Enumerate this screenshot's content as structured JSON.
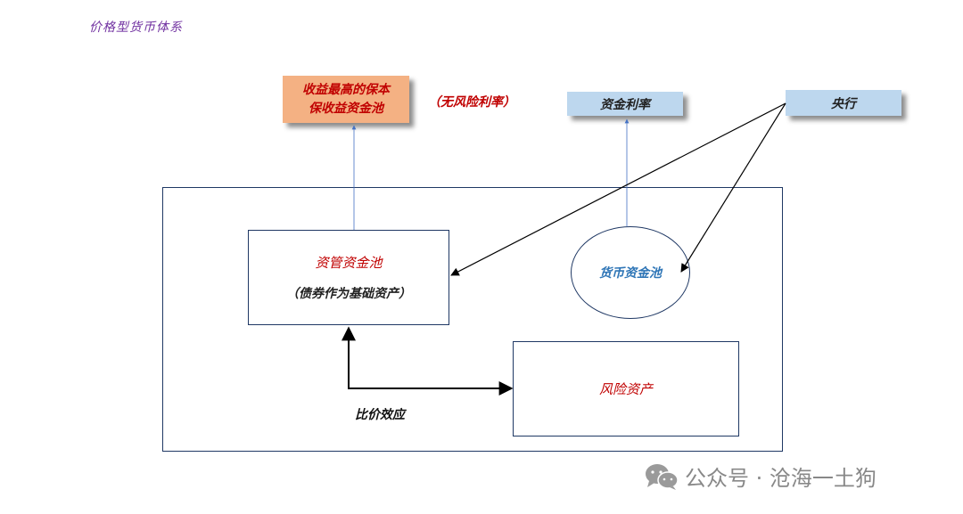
{
  "page_title": "价格型货币体系",
  "top_left_box": {
    "line1": "收益最高的保本",
    "line2": "保收益资金池"
  },
  "risk_free_note": "（无风险利率）",
  "funding_rate_box": "资金利率",
  "central_bank_box": "央行",
  "asset_mgmt_pool": {
    "title": "资管资金池",
    "subtitle": "（债券作为基础资产）"
  },
  "money_pool": "货币资金池",
  "risky_assets": "风险资产",
  "price_parity_label": "比价效应",
  "watermark": {
    "icon": "wechat-icon",
    "text": "公众号 · 沧海一土狗"
  },
  "colors": {
    "title_purple": "#7030a0",
    "red_text": "#c00000",
    "blue_text": "#2e75b6",
    "orange_fill": "#f4b183",
    "blue_fill": "#bdd7ee",
    "frame_navy": "#1f3864",
    "thin_arrow_blue": "#4472c4"
  }
}
